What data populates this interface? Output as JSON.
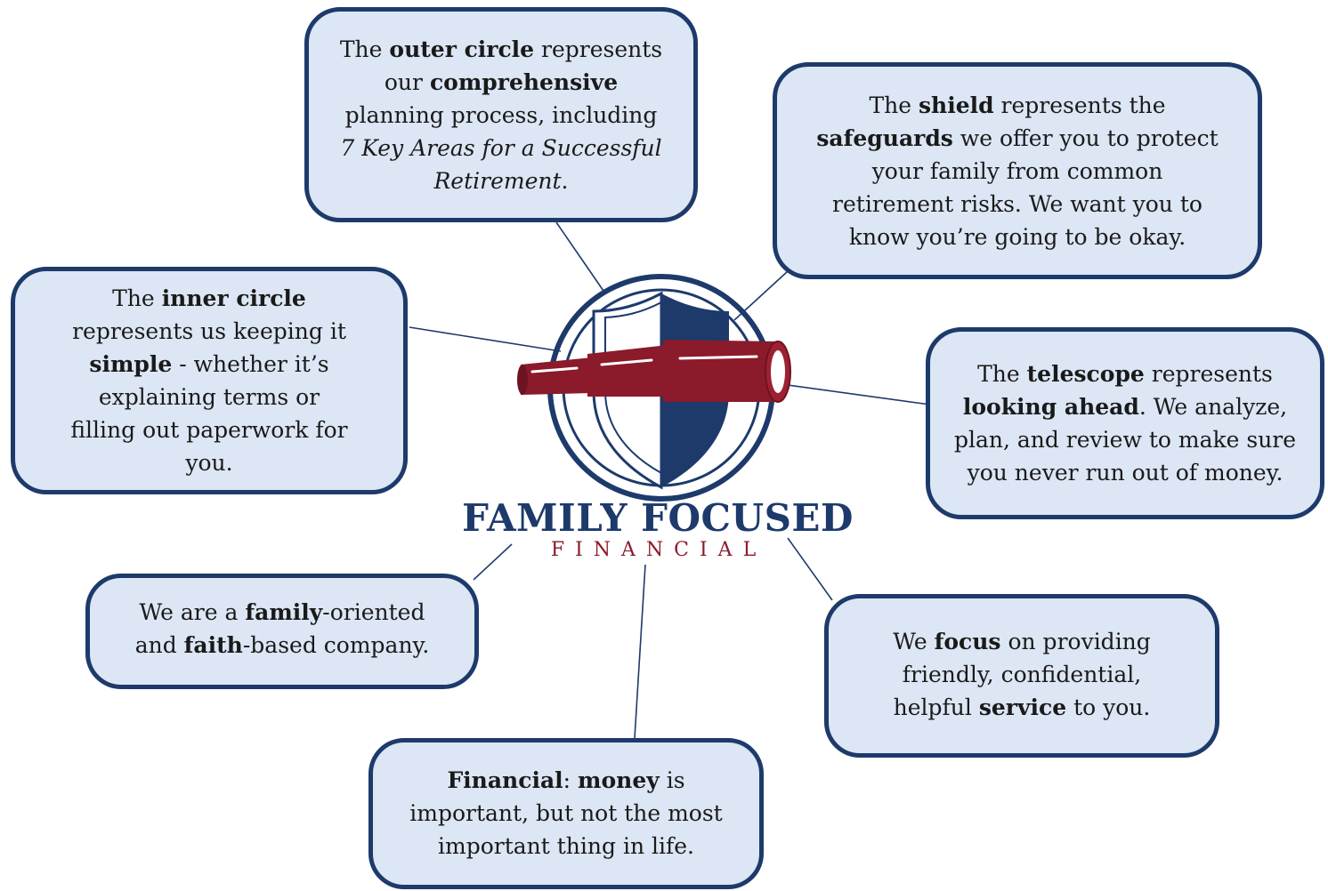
{
  "logo": {
    "title": "FAMILY FOCUSED",
    "subtitle": "FINANCIAL",
    "colors": {
      "navy": "#1d3a6b",
      "maroon": "#8b1a2b",
      "box_fill": "#dce6f4"
    }
  },
  "boxes": {
    "outer_circle": {
      "p1": "The ",
      "b1": "outer circle",
      "p2": " represents our ",
      "b2": "comprehensive",
      "p3": " planning process, including ",
      "i1": "7 Key Areas for a Successful Retirement",
      "p4": "."
    },
    "shield": {
      "p1": "The ",
      "b1": "shield",
      "p2": " represents the ",
      "b2": "safeguards",
      "p3": " we offer you to protect your family from common retirement risks. We want you to know you’re going to be okay."
    },
    "inner_circle": {
      "p1": "The ",
      "b1": "inner circle",
      "p2": " represents us keeping it ",
      "b2": "simple",
      "p3": " - whether it’s explaining terms or filling out paperwork for you."
    },
    "telescope": {
      "p1": "The ",
      "b1": "telescope",
      "p2": " represents ",
      "b2": "looking ahead",
      "p3": ". We analyze, plan, and review to make sure you never run out of money."
    },
    "family": {
      "p1": "We are a ",
      "b1": "family",
      "p2": "-oriented and ",
      "b2": "faith",
      "p3": "-based company."
    },
    "focus": {
      "p1": "We ",
      "b1": "focus",
      "p2": " on providing friendly, confidential, helpful ",
      "b2": "service",
      "p3": " to you."
    },
    "financial": {
      "b1": "Financial",
      "p1": ": ",
      "b2": "money",
      "p2": " is important, but not the most important thing in life."
    }
  }
}
